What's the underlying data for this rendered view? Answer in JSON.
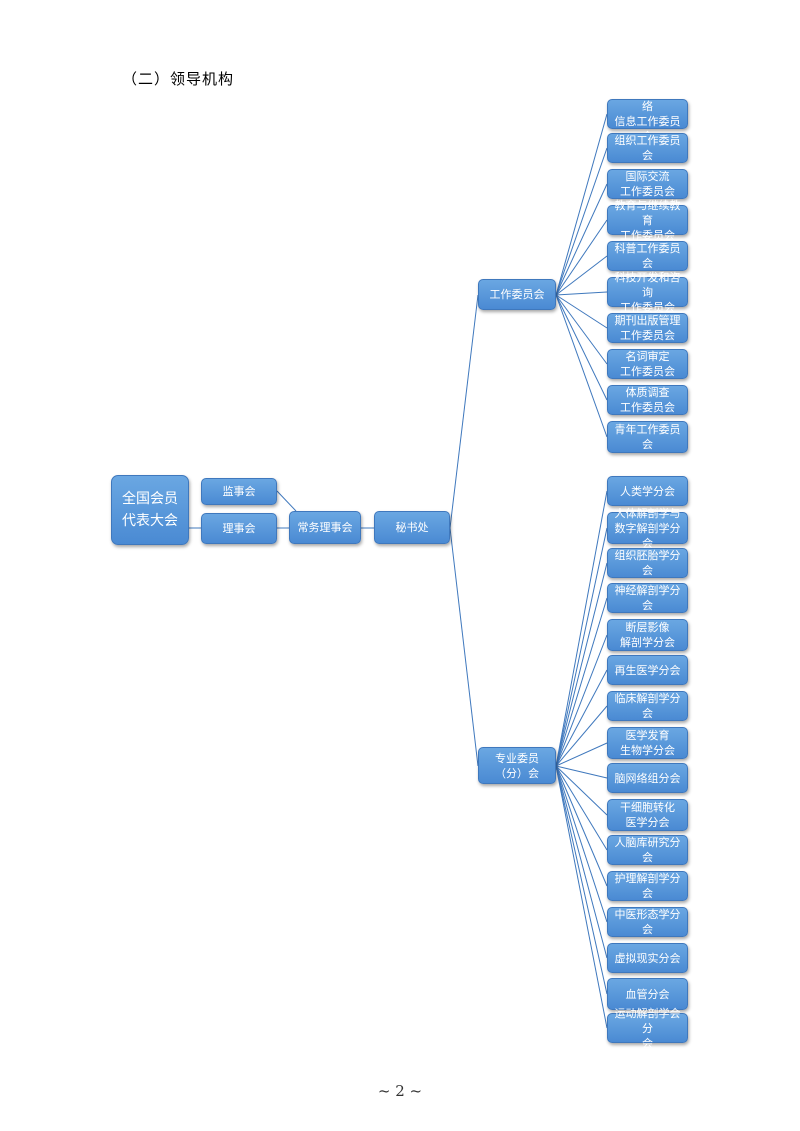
{
  "heading": "（二）领导机构",
  "page_number": "~ 2 ~",
  "colors": {
    "node_fill": "#5597da",
    "node_border": "#3f78bd",
    "connector": "#3f78bd"
  },
  "org": {
    "congress": "全国会员\n代表大会",
    "supervisors": "监事会",
    "council": "理事会",
    "standing_council": "常务理事会",
    "secretariat": "秘书处",
    "work_committees": {
      "label": "工作委员会",
      "items": [
        "学术交流与网络\n信息工作委员会",
        "组织工作委员会",
        "国际交流\n工作委员会",
        "教育与继续教育\n工作委员会",
        "科普工作委员会",
        "科技开发和咨询\n工作委员会",
        "期刊出版管理\n工作委员会",
        "名词审定\n工作委员会",
        "体质调查\n工作委员会",
        "青年工作委员会"
      ]
    },
    "special_committees": {
      "label": "专业委员\n（分）会",
      "items": [
        "人类学分会",
        "人体解剖学与\n数字解剖学分会",
        "组织胚胎学分会",
        "神经解剖学分会",
        "断层影像\n解剖学分会",
        "再生医学分会",
        "临床解剖学分会",
        "医学发育\n生物学分会",
        "脑网络组分会",
        "干细胞转化\n医学分会",
        "人脑库研究分会",
        "护理解剖学分会",
        "中医形态学分会",
        "虚拟现实分会",
        "血管分会",
        "运动解剖学会分\n会"
      ]
    }
  }
}
